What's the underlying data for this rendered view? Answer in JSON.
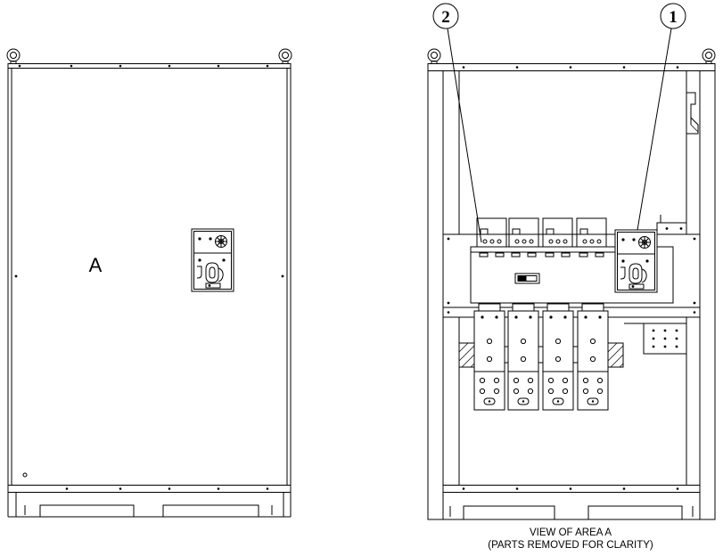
{
  "drawing": {
    "door_view": {
      "area_label": "A"
    },
    "interior_view": {
      "callouts": [
        {
          "number": "2"
        },
        {
          "number": "1"
        }
      ],
      "caption": {
        "line1": "VIEW OF AREA A",
        "line2": "(PARTS REMOVED FOR CLARITY)"
      }
    }
  }
}
